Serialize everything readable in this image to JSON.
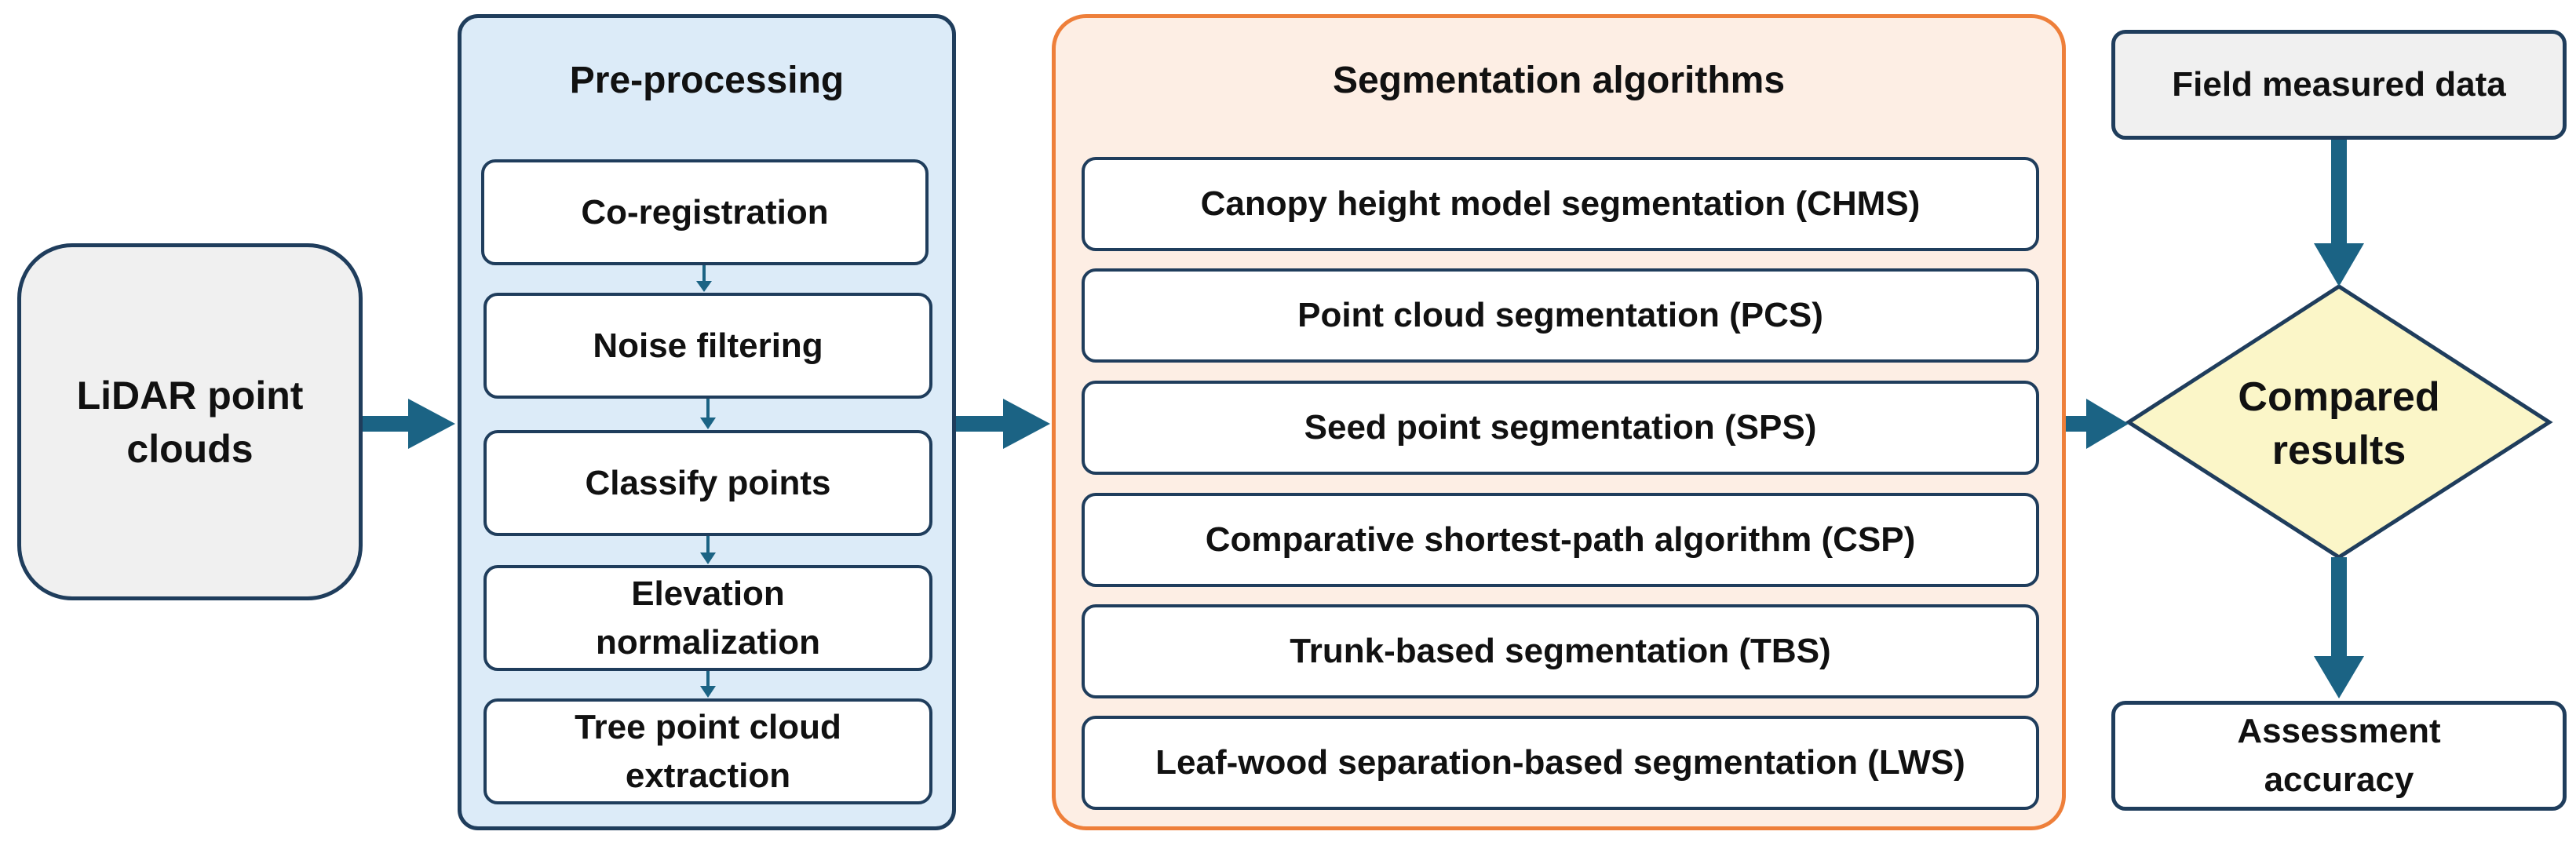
{
  "colors": {
    "arrow": "#1b6384",
    "box_border": "#1f3d5c",
    "preprocessing_fill": "#dcebf8",
    "segmentation_fill": "#fdeee4",
    "segmentation_border": "#ee7f3a",
    "decision_fill": "#fbf6c8",
    "gray_fill": "#f0f0f0"
  },
  "input": {
    "label": "LiDAR point clouds"
  },
  "preprocessing": {
    "title": "Pre-processing",
    "steps": [
      "Co-registration",
      "Noise filtering",
      "Classify points",
      "Elevation normalization",
      "Tree point cloud extraction"
    ]
  },
  "segmentation": {
    "title": "Segmentation algorithms",
    "methods": [
      "Canopy height model segmentation (CHMS)",
      "Point cloud segmentation (PCS)",
      "Seed point segmentation (SPS)",
      "Comparative shortest-path algorithm (CSP)",
      "Trunk-based segmentation (TBS)",
      "Leaf-wood separation-based segmentation (LWS)"
    ]
  },
  "field_data": {
    "label": "Field measured data"
  },
  "decision": {
    "label": "Compared results"
  },
  "assessment": {
    "label": "Assessment accuracy"
  }
}
